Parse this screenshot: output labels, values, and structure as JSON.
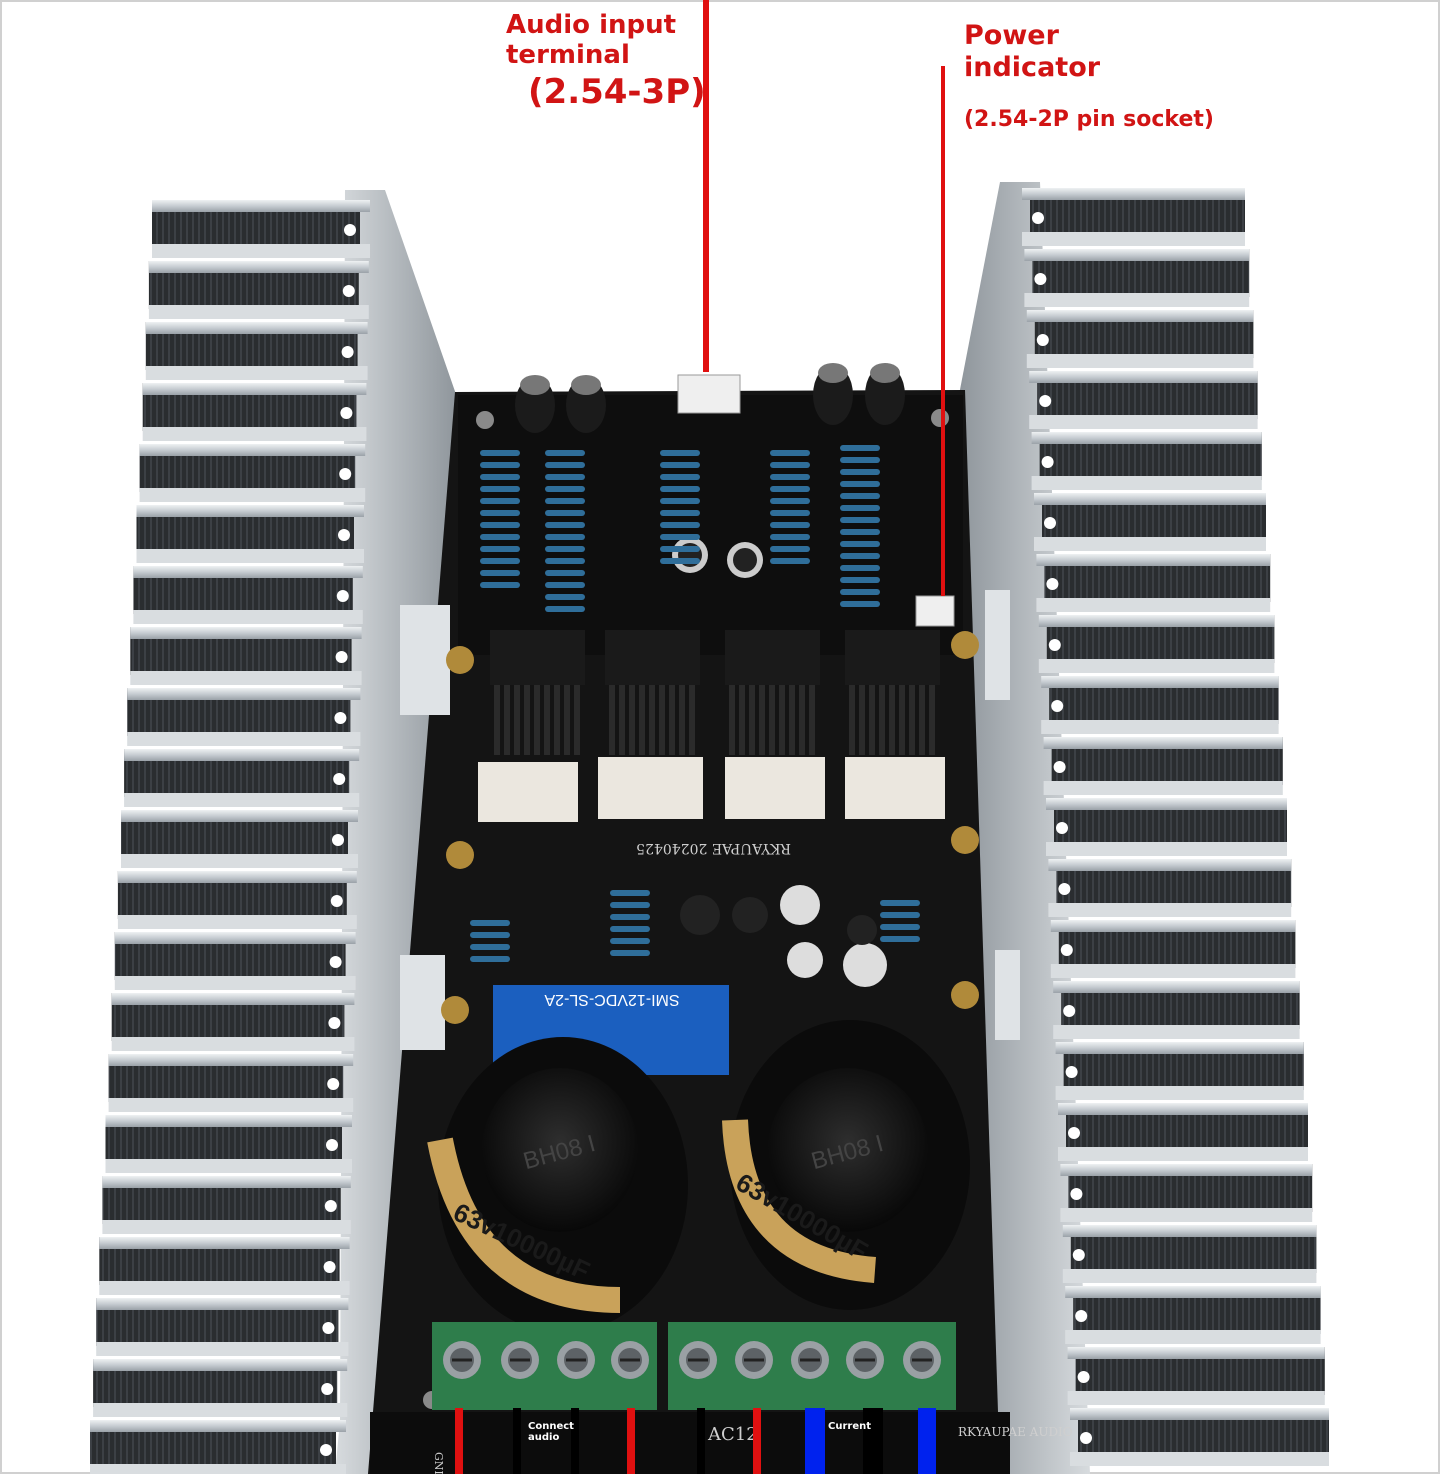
{
  "annotations": {
    "audio_input": {
      "line1": "Audio input",
      "line2": "terminal",
      "line3": "(2.54-3P)"
    },
    "power_indicator": {
      "line1": "Power",
      "line2": "indicator",
      "line3": "(2.54-2P pin socket)"
    },
    "connect_audio": {
      "line1": "Connect",
      "line2": "audio"
    },
    "current": "Current"
  },
  "board_markings": {
    "relay": "SMI-12VDC-SL-2A",
    "capacitor_left_top": "BH08 I",
    "capacitor_left_rating": "63v10000µF",
    "capacitor_right_top": "BH08 I",
    "capacitor_right_rating": "63v10000µF",
    "pcb_code": "RKYAUPAE 20240425",
    "ac_label": "AC12",
    "brand": "RKYAUPAE AUDIO",
    "gnd": "GND"
  },
  "colors": {
    "annotation_red": "#d11414",
    "wire_blue": "#0022ee",
    "wire_black": "#000000",
    "heatsink": "#c8cdd2",
    "pcb": "#121212"
  }
}
